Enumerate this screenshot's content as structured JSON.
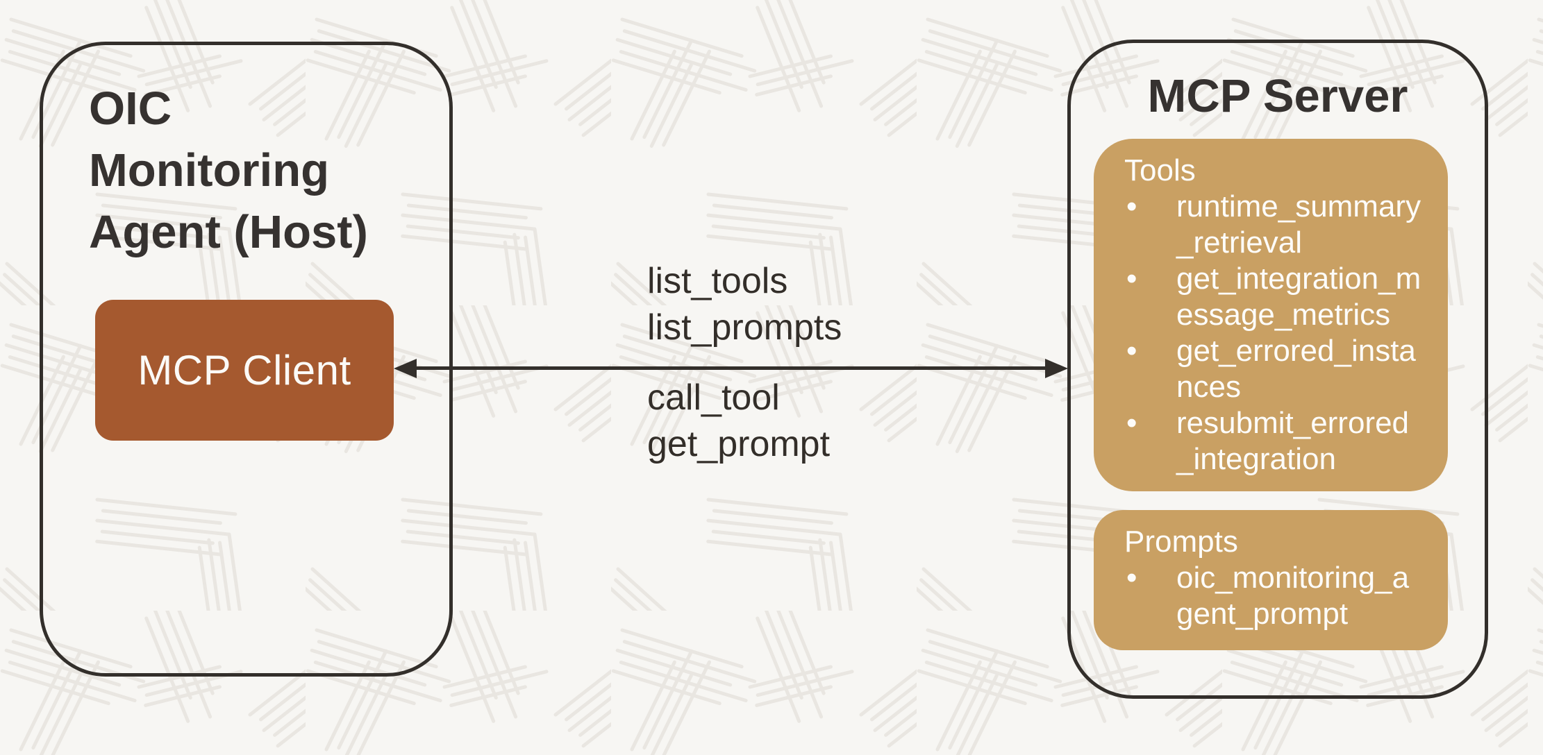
{
  "host": {
    "title": "OIC Monitoring Agent (Host)",
    "client_label": "MCP Client"
  },
  "connection": {
    "discovery_labels": [
      "list_tools",
      "list_prompts"
    ],
    "invocation_labels": [
      "call_tool",
      "get_prompt"
    ]
  },
  "server": {
    "title": "MCP Server",
    "tools": {
      "heading": "Tools",
      "items": [
        "runtime_summary_retrieval",
        "get_integration_message_metrics",
        "get_errored_instances",
        "resubmit_errored_integration"
      ]
    },
    "prompts": {
      "heading": "Prompts",
      "items": [
        "oic_monitoring_agent_prompt"
      ]
    }
  },
  "icons": {
    "bullet": "•"
  },
  "colors": {
    "background": "#f7f6f3",
    "texture_line": "#e9e6e1",
    "outline": "#332f2b",
    "title_text": "#363230",
    "client_fill": "#a5592f",
    "panel_fill": "#c9a063",
    "panel_text": "#fdfcf9"
  }
}
